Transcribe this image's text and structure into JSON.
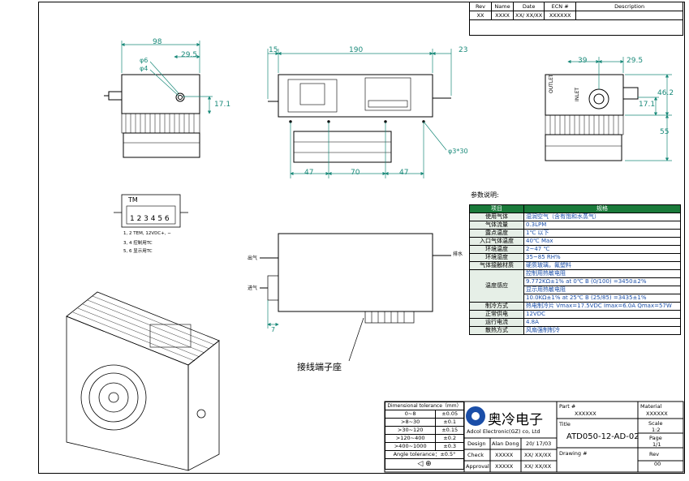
{
  "revision_table": {
    "headers": [
      "Rev",
      "Name",
      "Date",
      "ECN #",
      "Description"
    ],
    "row": [
      "XX",
      "XXXX",
      "XX/ XX/XX",
      "XXXXXX",
      ""
    ]
  },
  "dimensions": {
    "left_view": {
      "width": "98",
      "right_offset": "29.5",
      "hole_large": "φ6",
      "hole_small": "φ4",
      "height": "17.1"
    },
    "front_view": {
      "left_extension": "15",
      "length": "190",
      "right_extension": "23",
      "hole_left": "47",
      "hole_center": "70",
      "hole_right": "47",
      "hole_spec": "φ3*30"
    },
    "right_view": {
      "offset_a": "39",
      "offset_b": "29.5",
      "height_top": "46.2",
      "height_mid": "17.1",
      "height_bottom": "55"
    },
    "bottom_view": {
      "height": "7"
    }
  },
  "labels": {
    "outlet_label": "OUTLET",
    "inlet_label": "INLET",
    "outlet_cn": "出气",
    "inlet_cn": "进气",
    "drain_cn": "排水",
    "terminal_cn": "接线端子座",
    "terminal_numbers": "1 2 3 4 5 6",
    "terminal_brand": "TM",
    "terminal_notes": [
      "1, 2   TEM, 12VDC+, −",
      "3, 4   控制用TC",
      "5, 6   显示用TC"
    ]
  },
  "spec_table": {
    "caption": "参数说明:",
    "headers": [
      "项目",
      "规格"
    ],
    "rows": [
      [
        "使用气体",
        "湿润空气（含有饱和水蒸气）"
      ],
      [
        "气体流量",
        "0.3LPM"
      ],
      [
        "露点温度",
        "1℃ 以下"
      ],
      [
        "入口气体温度",
        "40℃ Max"
      ],
      [
        "环境温度",
        "2~47 ℃"
      ],
      [
        "环境湿度",
        "35~85 RH%"
      ],
      [
        "气体接触材质",
        "硬质玻璃，氟塑料"
      ]
    ],
    "temp_group_label": "温度感应",
    "temp_rows": [
      "控制用热敏电阻",
      "9.772KΩ±1% at 0℃ B (0/100) =3450±2%",
      "显示用热敏电阻",
      "10.0KΩ±1% at 25℃ B (25/85) =3435±1%"
    ],
    "rows_after": [
      [
        "制冷方式",
        "热电制冷片 Vmax=17.5VDC Imax=6.0A Qmax=57W"
      ],
      [
        "正常供电",
        "12VDC"
      ],
      [
        "运行电流",
        "4.8A"
      ],
      [
        "散热方式",
        "风扇强制制冷"
      ]
    ]
  },
  "tolerance_table": {
    "header": "Dimensional tolerance（mm）",
    "rows": [
      [
        "0~8",
        "±0.05"
      ],
      [
        ">8~30",
        "±0.1"
      ],
      [
        ">30~120",
        "±0.15"
      ],
      [
        ">120~400",
        "±0.2"
      ],
      [
        ">400~1000",
        "±0.3"
      ]
    ],
    "angle": "Angle tolerance：±0.5°"
  },
  "title_block": {
    "company_cn": "奥冷电子",
    "company_en": "Adcol Electronic(GZ) co, Ltd",
    "part_label": "Part #",
    "part_value": "XXXXXX",
    "material_label": "Material",
    "material_value": "XXXXXX",
    "title_label": "Title",
    "title_value": "ATD050-12-AD-02",
    "scale_label": "Scale",
    "scale_value": "1:2",
    "page_label": "Page",
    "page_value": "1/1",
    "design_label": "Design",
    "design_name": "Alan Dong",
    "design_date": "20/ 17/03",
    "check_label": "Check",
    "check_name": "XXXXX",
    "check_date": "XX/ XX/XX",
    "approval_label": "Approval",
    "approval_name": "XXXXX",
    "approval_date": "XX/ XX/XX",
    "drawing_label": "Drawing #",
    "rev_label": "Rev",
    "rev_value": "00"
  },
  "colors": {
    "dimension": "#1a8a7a",
    "spec_header": "#1a7a3a",
    "spec_text": "#1a4ea8",
    "logo_blue": "#1a4ea8"
  }
}
